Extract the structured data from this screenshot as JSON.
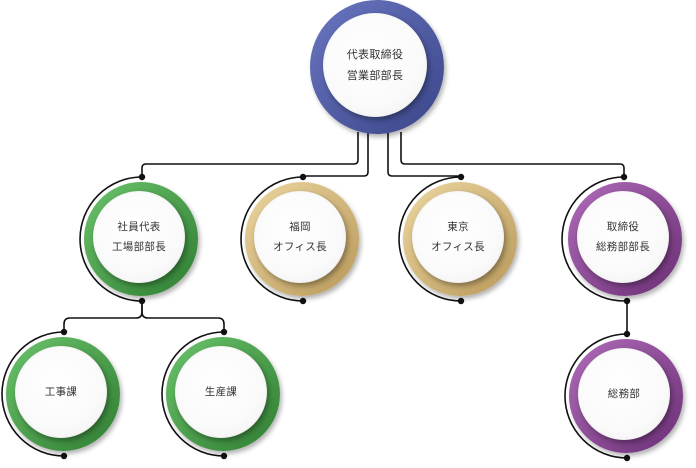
{
  "nodes": {
    "ceo": {
      "lines": [
        "代表取締役",
        "営業部部長"
      ]
    },
    "rep": {
      "lines": [
        "社員代表",
        "工場部部長"
      ]
    },
    "fukuoka": {
      "lines": [
        "福岡",
        "オフィス長"
      ]
    },
    "tokyo": {
      "lines": [
        "東京",
        "オフィス長"
      ]
    },
    "director": {
      "lines": [
        "取締役",
        "総務部部長"
      ]
    },
    "koji": {
      "lines": [
        "工事課"
      ]
    },
    "seisan": {
      "lines": [
        "生産課"
      ]
    },
    "somu": {
      "lines": [
        "総務部"
      ]
    }
  },
  "colors": {
    "navy": "#4e5aa3",
    "green": "#5cb85c",
    "gold": "#e2c98a",
    "purple": "#9b5aa4",
    "line": "#111111"
  }
}
